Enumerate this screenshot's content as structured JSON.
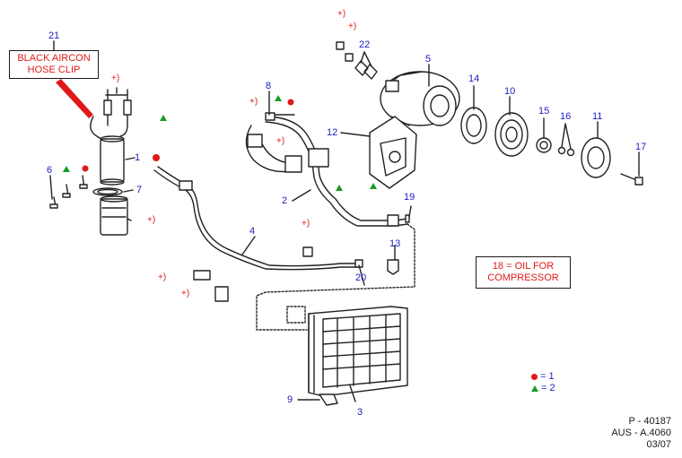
{
  "callouts": {
    "hose_clip_number": "21",
    "hose_clip_line1": "BLACK AIRCON",
    "hose_clip_line2": "HOSE CLIP",
    "oil_line1": "18 = OIL FOR",
    "oil_line2": "COMPRESSOR"
  },
  "part_numbers": [
    "1",
    "2",
    "3",
    "4",
    "5",
    "6",
    "7",
    "8",
    "9",
    "10",
    "11",
    "12",
    "13",
    "14",
    "15",
    "16",
    "17",
    "19",
    "20",
    "22"
  ],
  "plus_marker": "+)",
  "legend": {
    "dot_text": "= 1",
    "triangle_text": "= 2"
  },
  "reference": {
    "line1": "P - 40187",
    "line2": "AUS - A.4060",
    "line3": "03/07"
  },
  "colors": {
    "number": "#2020c0",
    "plus_marker": "#e01818",
    "dot": "#e01818",
    "triangle": "#1a9a2a"
  }
}
